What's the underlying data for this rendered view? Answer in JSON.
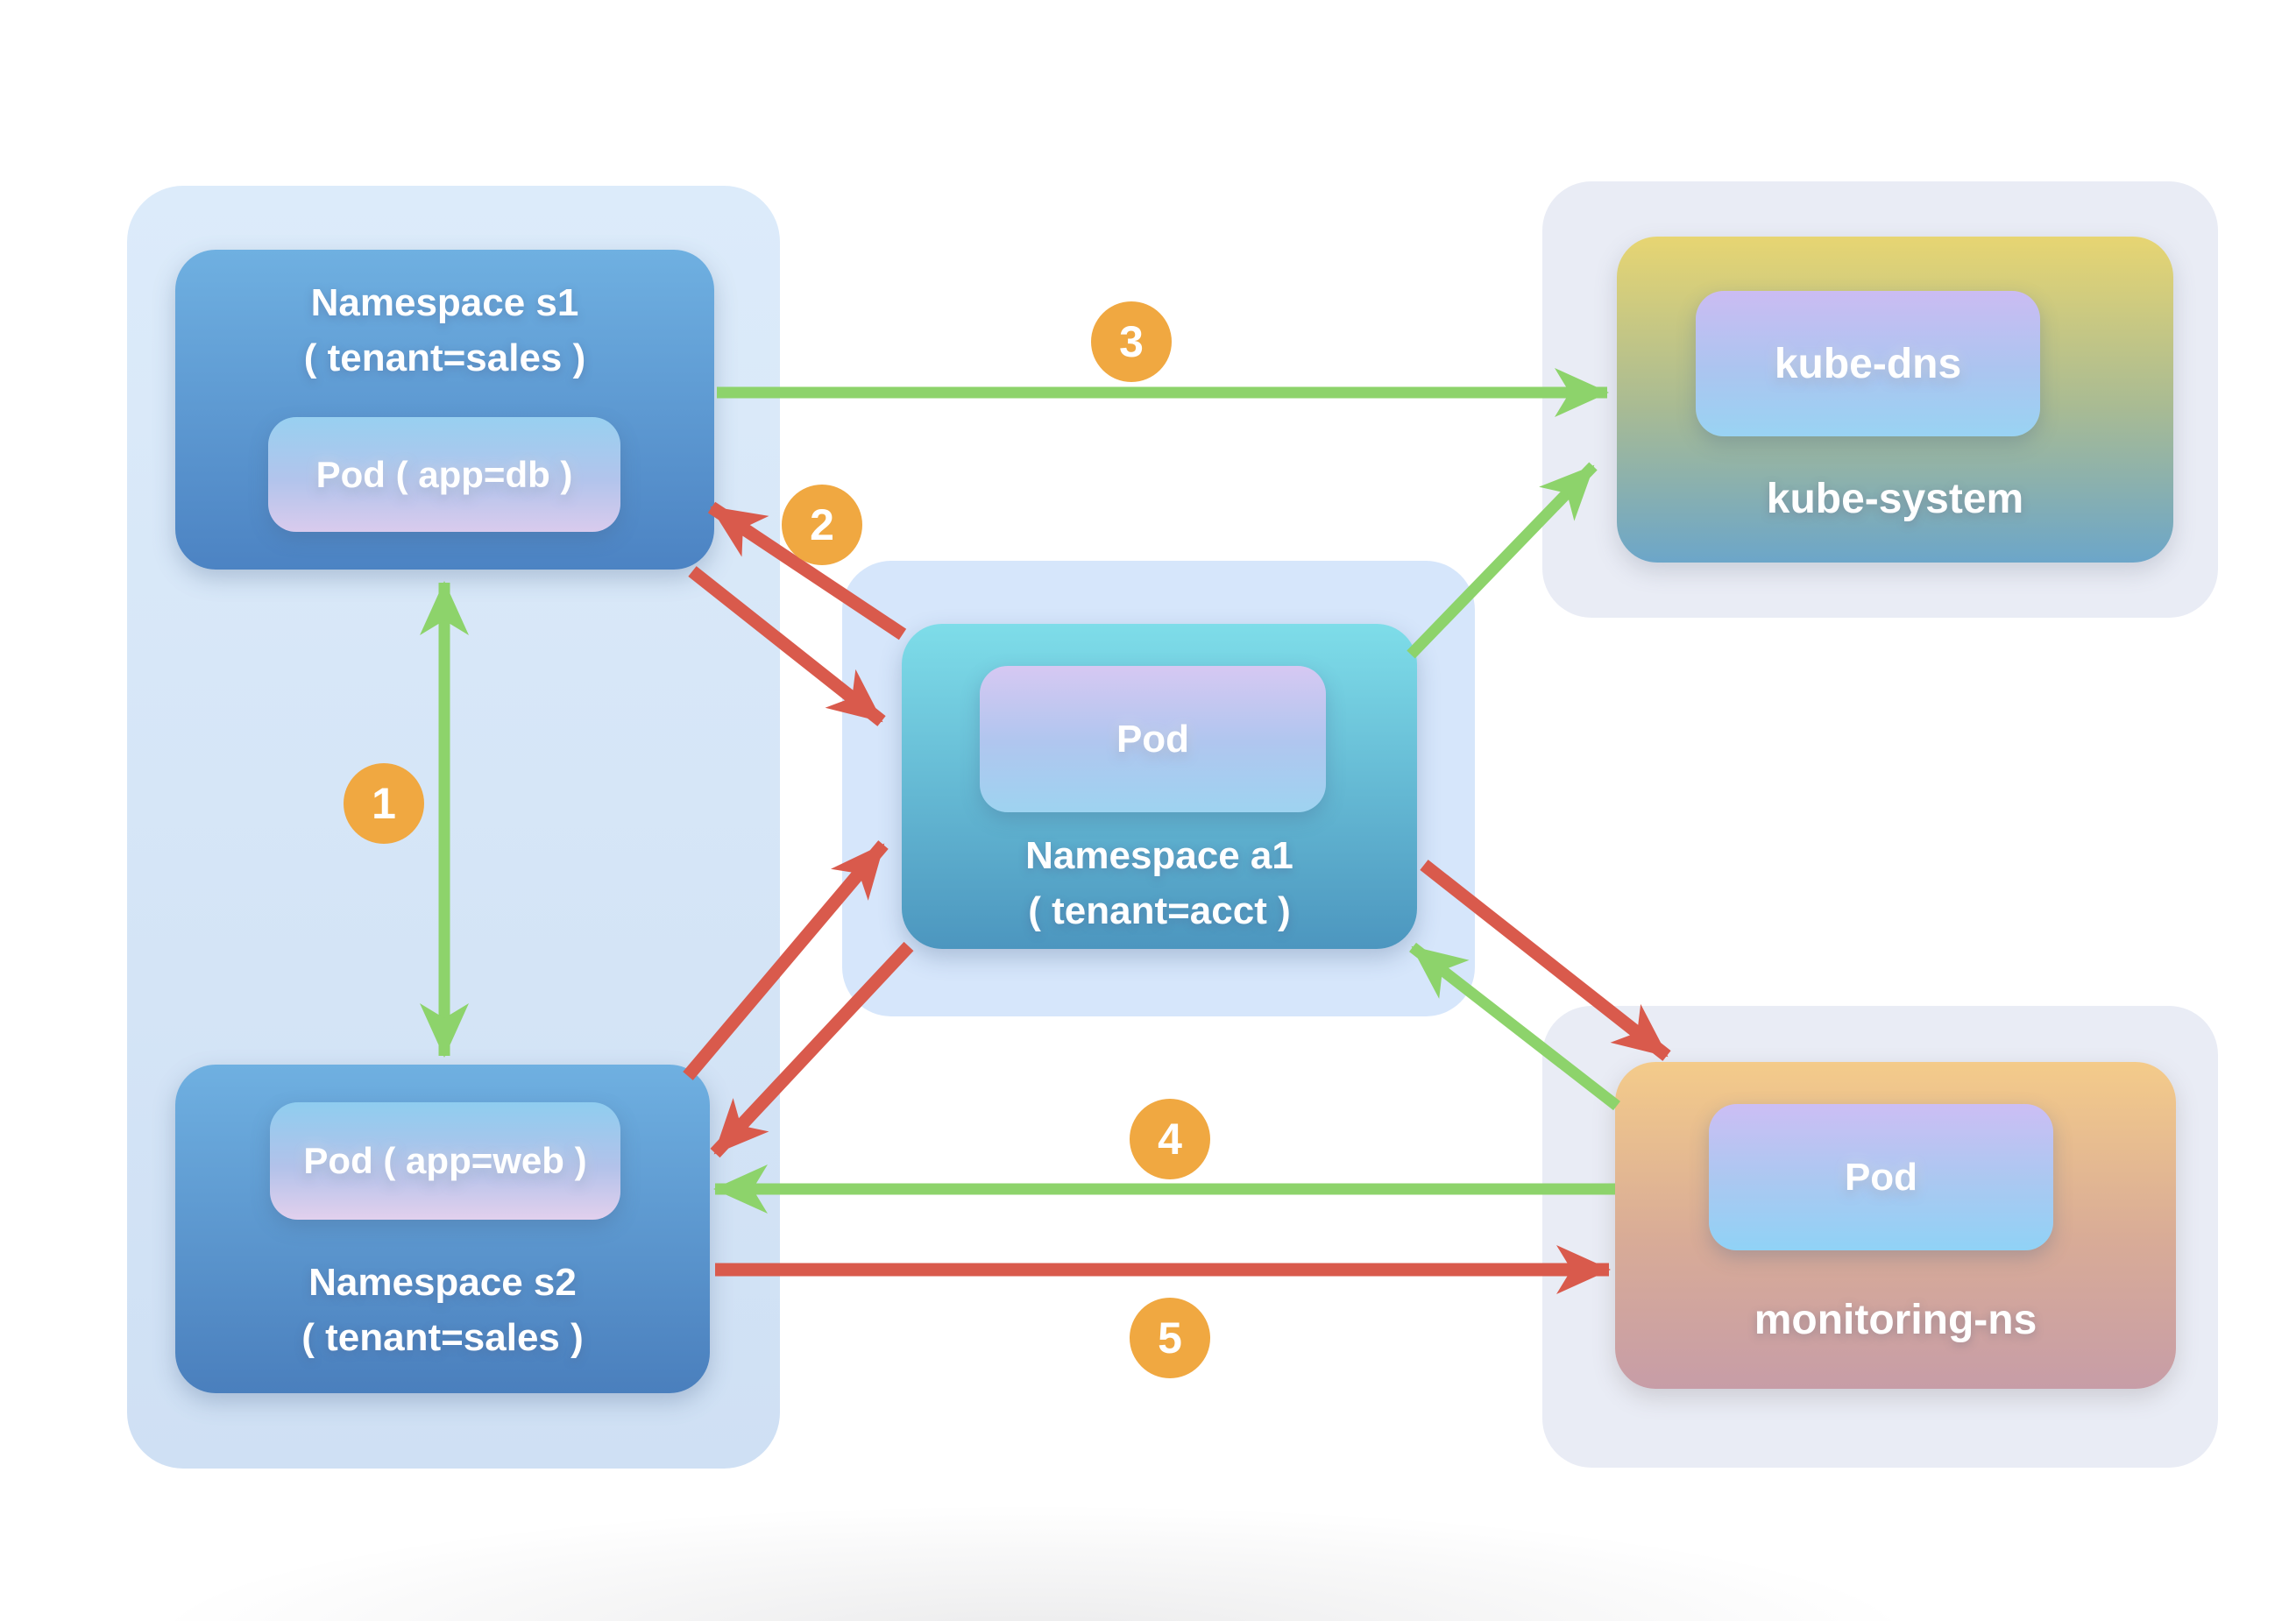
{
  "nodes": {
    "s1": {
      "line1": "Namespace s1",
      "line2": "( tenant=sales )",
      "pod": "Pod ( app=db )"
    },
    "s2": {
      "pod": "Pod ( app=web )",
      "line1": "Namespace s2",
      "line2": "( tenant=sales )"
    },
    "a1": {
      "pod": "Pod",
      "line1": "Namespace a1",
      "line2": "( tenant=acct )"
    },
    "kube": {
      "pod": "kube-dns",
      "label": "kube-system"
    },
    "mon": {
      "pod": "Pod",
      "label": "monitoring-ns"
    }
  },
  "edges": [
    {
      "badge": "1",
      "from": "Namespace s1",
      "to": "Namespace s2",
      "color": "#8DD36B",
      "direction": "bidirectional"
    },
    {
      "badge": "2",
      "from": "Namespace a1",
      "to": "Namespace s1",
      "color": "#D95A4C",
      "direction": "bidirectional-pair"
    },
    {
      "badge": "3",
      "from": "Namespace s1",
      "to": "kube-system",
      "color": "#8DD36B",
      "direction": "one-way"
    },
    {
      "badge": "4",
      "from": "monitoring-ns",
      "to": "Namespace s2",
      "color": "#8DD36B",
      "direction": "one-way"
    },
    {
      "badge": "5",
      "from": "Namespace s2",
      "to": "monitoring-ns",
      "color": "#D95A4C",
      "direction": "one-way"
    },
    {
      "badge": "",
      "from": "Namespace a1",
      "to": "kube-system",
      "color": "#8DD36B",
      "direction": "one-way"
    },
    {
      "badge": "",
      "from": "Namespace s2",
      "to": "Namespace a1",
      "color": "#D95A4C",
      "direction": "bidirectional-pair"
    },
    {
      "badge": "",
      "from": "Namespace a1",
      "to": "monitoring-ns",
      "color": "#D95A4C",
      "direction": "one-way"
    },
    {
      "badge": "",
      "from": "monitoring-ns",
      "to": "Namespace a1",
      "color": "#8DD36B",
      "direction": "one-way"
    }
  ],
  "colors": {
    "allow_green": "#8DD36B",
    "deny_red": "#D95A4C",
    "badge_orange": "#F0A841",
    "namespace_blue_top": "#6FB0E1",
    "namespace_blue_bottom": "#4C83C3",
    "a1_teal_top": "#7EDDE9",
    "a1_teal_bottom": "#4C96BF",
    "kube_yellow_top": "#E7D572",
    "kube_blue_bottom": "#6CA6C9",
    "mon_orange_top": "#F4CB8A",
    "mon_rose_bottom": "#C79DA7",
    "sales_group_bg": "#D6E7F8",
    "neutral_group_bg": "#E9ECF5"
  }
}
